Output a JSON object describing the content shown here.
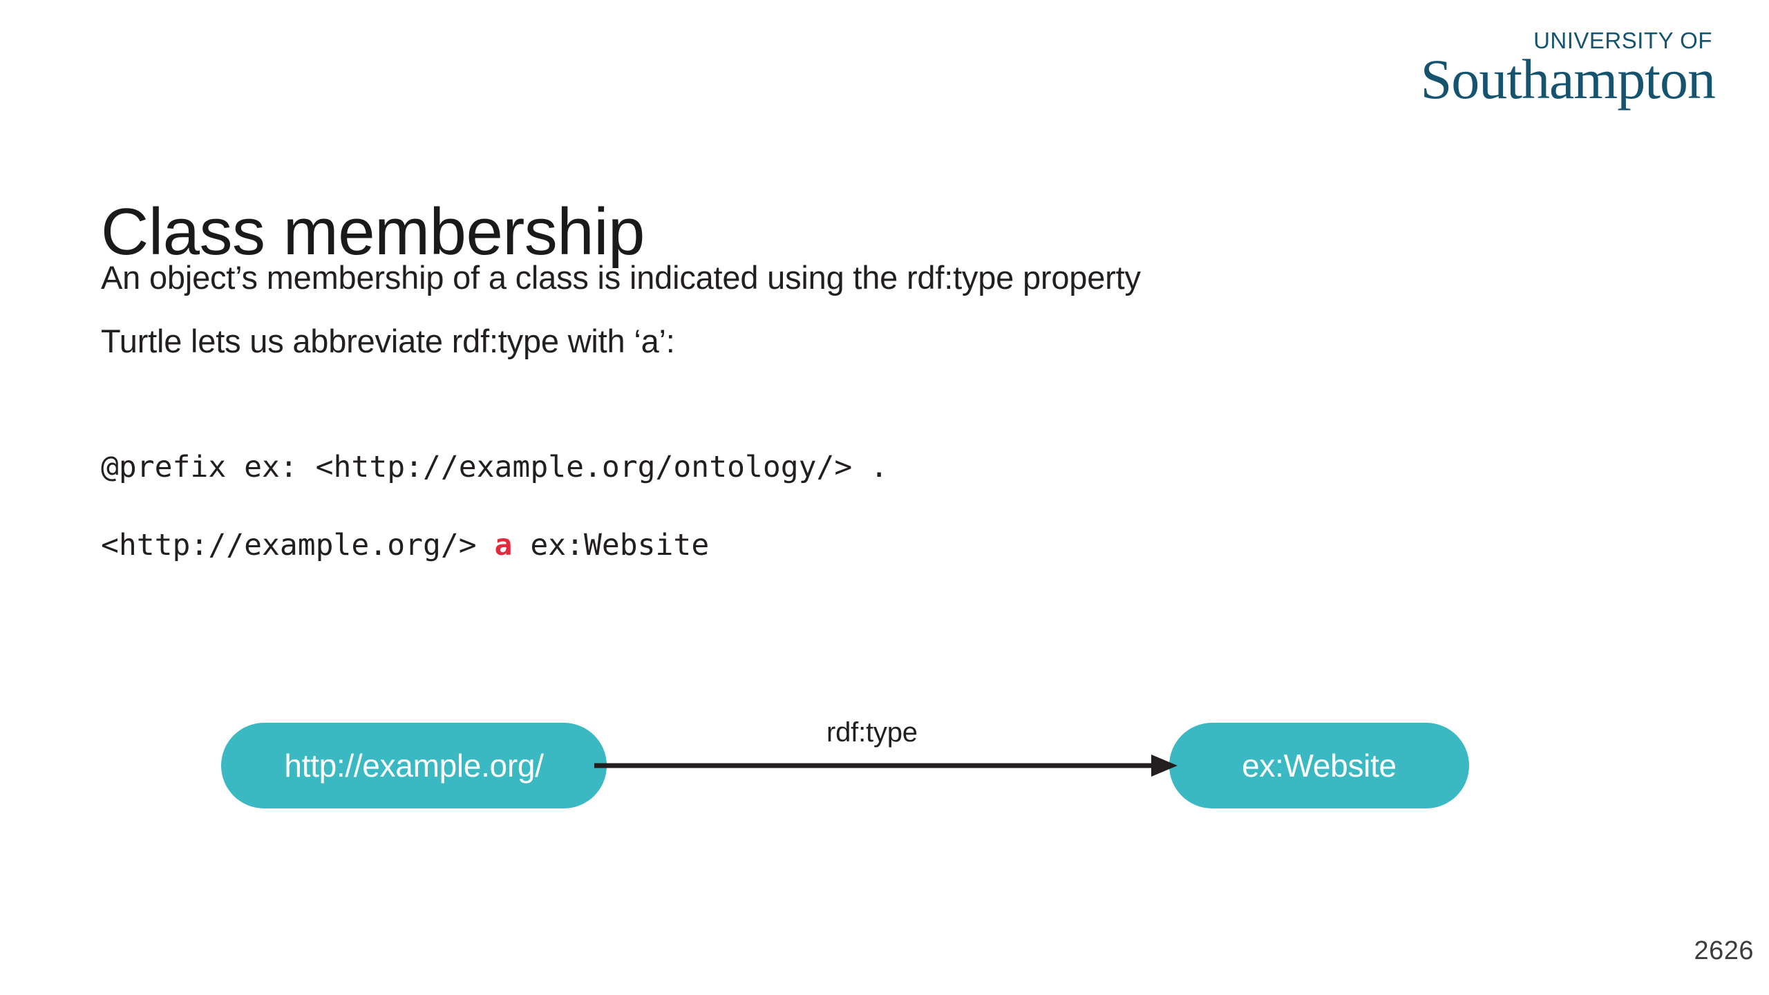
{
  "logo": {
    "top_line": "UNIVERSITY OF",
    "main_line": "Southampton",
    "color": "#16536e"
  },
  "slide": {
    "title": "Class membership",
    "body_lines": [
      "An object’s membership of a class is indicated using the rdf:type property",
      "Turtle lets us abbreviate rdf:type with ‘a’:"
    ],
    "code": {
      "line_0": "@prefix ex: <http://example.org/ontology/> .",
      "line_1_before": "<http://example.org/> ",
      "line_1_keyword": "a",
      "line_1_after": " ex:Website",
      "keyword_color": "#e52a40"
    },
    "page_number": "2626"
  },
  "diagram": {
    "node_color": "#3ab9c2",
    "node_text_color": "#ffffff",
    "edge_color": "#231f20",
    "subject_label": "http://example.org/",
    "object_label": "ex:Website",
    "edge_label": "rdf:type"
  }
}
